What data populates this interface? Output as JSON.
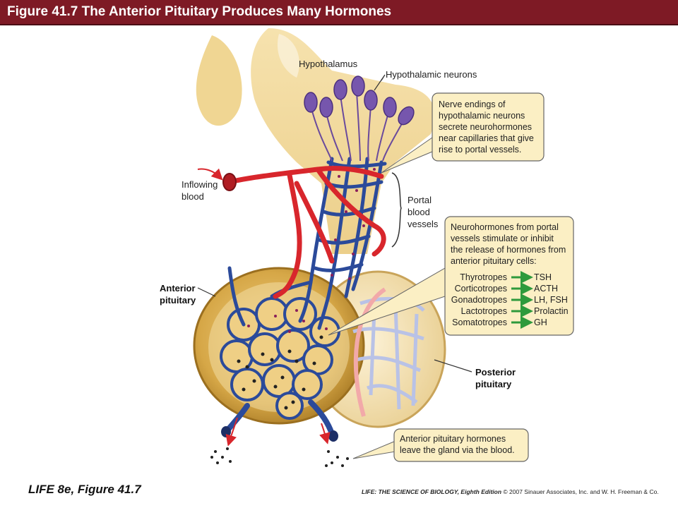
{
  "title": "Figure 41.7 The Anterior Pituitary Produces Many Hormones",
  "labels": {
    "hypothalamus": "Hypothalamus",
    "hypothalamic_neurons": "Hypothalamic neurons",
    "inflowing_blood": [
      "Inflowing",
      "blood"
    ],
    "portal_vessels": [
      "Portal",
      "blood",
      "vessels"
    ],
    "anterior_pituitary": [
      "Anterior",
      "pituitary"
    ],
    "posterior_pituitary": [
      "Posterior",
      "pituitary"
    ]
  },
  "callouts": {
    "nerve_endings": [
      "Nerve endings of",
      "hypothalamic neurons",
      "secrete neurohormones",
      "near capillaries that give",
      "rise to portal vessels."
    ],
    "neurohormones": [
      "Neurohormones from portal",
      "vessels stimulate or inhibit",
      "the release of hormones from",
      "anterior pituitary cells:"
    ],
    "leave_gland": [
      "Anterior pituitary hormones",
      "leave the gland via the blood."
    ]
  },
  "hormone_table": [
    {
      "cell": "Thyrotropes",
      "hormone": "TSH"
    },
    {
      "cell": "Corticotropes",
      "hormone": "ACTH"
    },
    {
      "cell": "Gonadotropes",
      "hormone": "LH, FSH"
    },
    {
      "cell": "Lactotropes",
      "hormone": "Prolactin"
    },
    {
      "cell": "Somatotropes",
      "hormone": "GH"
    }
  ],
  "footer": {
    "left": "LIFE 8e, Figure 41.7",
    "right_italic": "LIFE: THE SCIENCE OF BIOLOGY, Eighth Edition",
    "right_rest": "© 2007 Sinauer Associates, Inc. and W. H. Freeman & Co."
  },
  "colors": {
    "title_bar": "#7e1a25",
    "tissue": "#f3d99a",
    "callout_bg": "#fbefc4",
    "artery": "#d8262c",
    "vein": "#2b4a9a",
    "neuron": "#6a4a9c",
    "arrow_green": "#2e9a3c"
  }
}
